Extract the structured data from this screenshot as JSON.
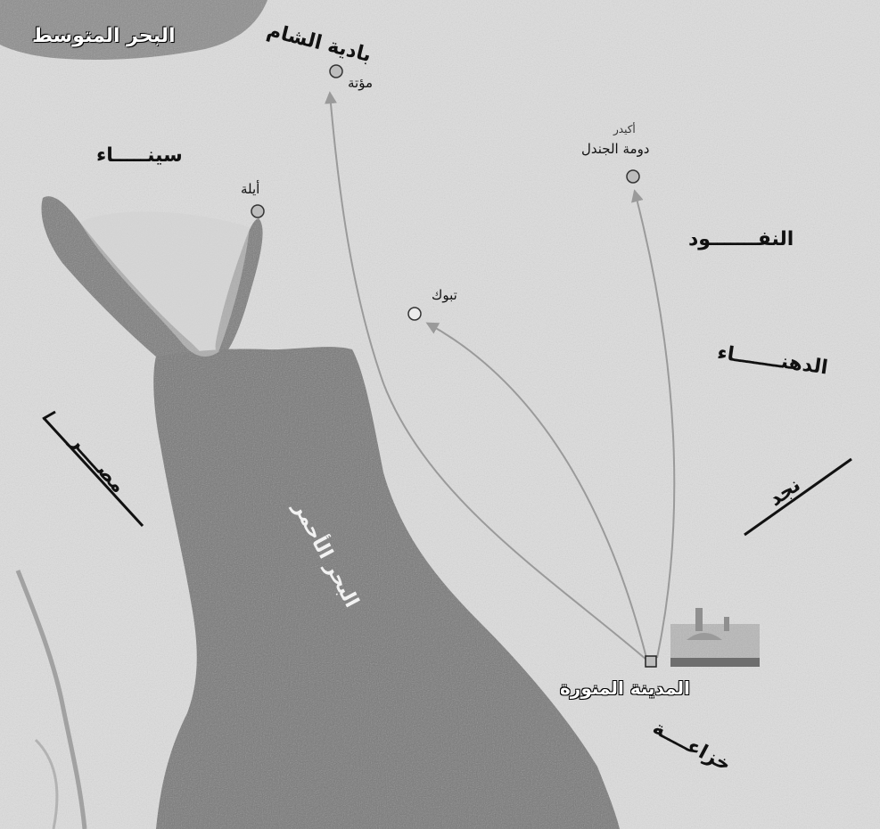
{
  "map": {
    "regions": {
      "mediterranean": "البحر المتوسط",
      "badiyat_al_sham": "بادية الشام",
      "sinai": "سينـــــاء",
      "nafud": "النفـــــــود",
      "dahna": "الدهنـــــــاء",
      "egypt": "مصــــر",
      "najd": "نجد",
      "khuzaa": "خزاعــــة",
      "red_sea": "البحر الأحمر"
    },
    "places": {
      "muta": "مؤتة",
      "ayla": "أيلة",
      "tabuk": "تبوك",
      "ukaydir": "أكيدر",
      "dumat_al_jandal": "دومة الجندل",
      "medina": "المدينة المنورة"
    },
    "colors": {
      "land": "#dcdcdc",
      "sea": "#7a7a7a",
      "route": "#9a9a9a",
      "marker": "#bdbdbd"
    }
  }
}
